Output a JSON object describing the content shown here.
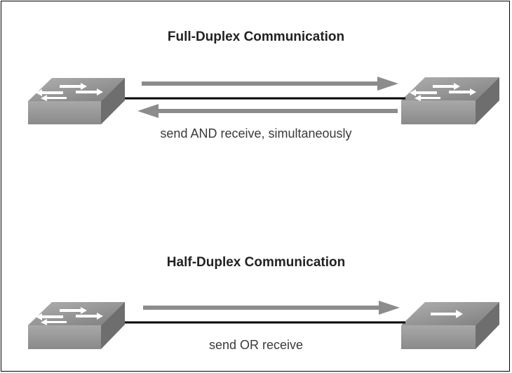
{
  "full_duplex": {
    "title": "Full-Duplex Communication",
    "caption": "send AND receive, simultaneously"
  },
  "half_duplex": {
    "title": "Half-Duplex Communication",
    "caption": "send OR receive"
  },
  "colors": {
    "switch_top": "#8f8f8f",
    "switch_front": "#9c9c9c",
    "switch_side": "#6e6e6e",
    "arrow": "#8c8c8c",
    "link": "#000000"
  },
  "icons": [
    "switch-icon",
    "arrow-right-icon",
    "arrow-left-icon"
  ]
}
